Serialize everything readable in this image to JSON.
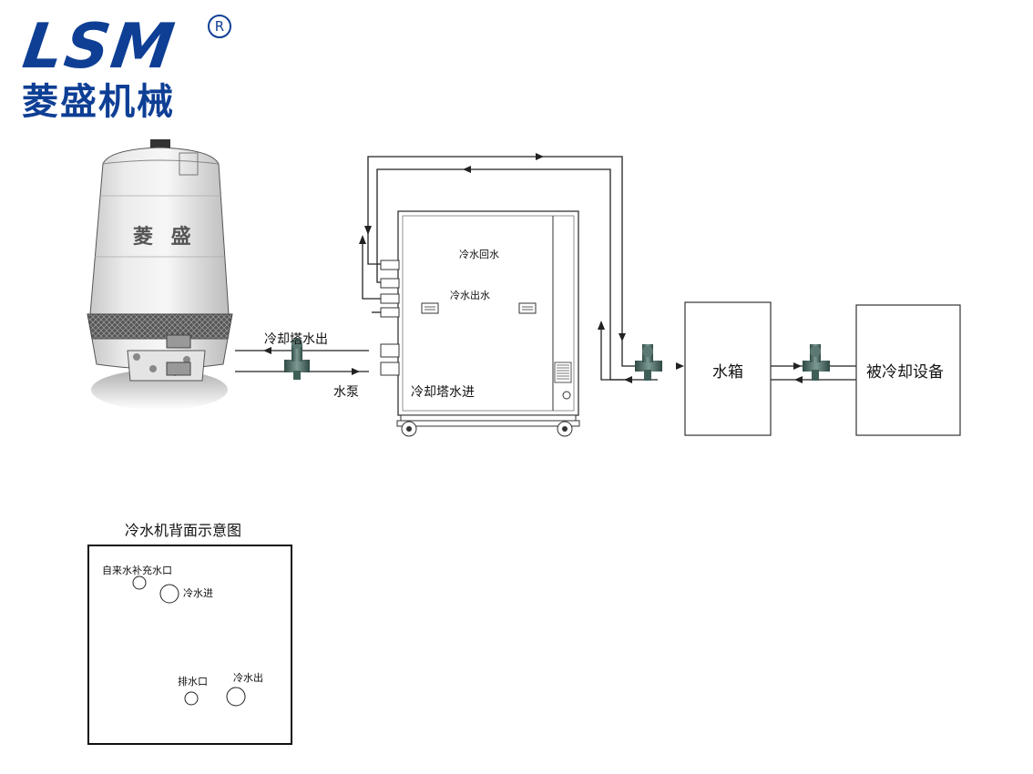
{
  "logo": {
    "brand": "LSM",
    "company": "菱盛机械",
    "registered": "R"
  },
  "tower": {
    "brand_mark": "菱 盛"
  },
  "labels": {
    "tower_water_out": "冷却塔水出",
    "pump": "水泵",
    "tower_water_in": "冷却塔水进",
    "chilled_return": "冷水回水",
    "chilled_out": "冷水出水",
    "tank": "水箱",
    "cooled_equipment": "被冷却设备"
  },
  "back_view": {
    "title": "冷水机背面示意图",
    "tap_water_refill": "自来水补充水口",
    "cold_in": "冷水进",
    "drain": "排水口",
    "cold_out": "冷水出"
  },
  "colors": {
    "brand": "#0e3f95",
    "line": "#222222",
    "pump": "#3f5e58"
  }
}
